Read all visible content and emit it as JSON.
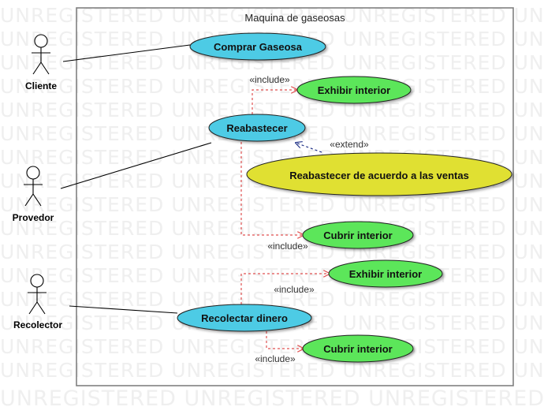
{
  "watermark": {
    "text": "UNREGISTERED UNREGISTERED UNREGISTERED UNREGISTERED",
    "bottom_text": "UNREGISTERED UNREGISTERED UNREGISTERED UNREGISTERED"
  },
  "system": {
    "title": "Maquina de gaseosas"
  },
  "actors": {
    "cliente": "Cliente",
    "provedor": "Provedor",
    "recolector": "Recolector"
  },
  "use_cases": {
    "comprar": "Comprar Gaseosa",
    "reabastecer": "Reabastecer",
    "exhibir1": "Exhibir interior",
    "reab_ventas": "Reabastecer de acuerdo a las ventas",
    "cubrir1": "Cubrir interior",
    "exhibir2": "Exhibir interior",
    "recolectar": "Recolectar dinero",
    "cubrir2": "Cubrir interior"
  },
  "relations": {
    "include1": "«include»",
    "extend": "«extend»",
    "include2": "«include»",
    "include3": "«include»",
    "include4": "«include»"
  },
  "colors": {
    "blue_case": "#4dcbe5",
    "green_case": "#5ce65a",
    "yellow_case": "#e0e030",
    "include_line": "#e05050",
    "extend_line": "#223388"
  }
}
